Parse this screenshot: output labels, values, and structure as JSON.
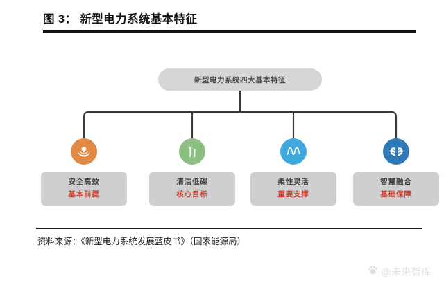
{
  "figure": {
    "title": "图 3： 新型电力系统基本特征"
  },
  "diagram": {
    "type": "hierarchy-tree",
    "root": {
      "label": "新型电力系统四大基本特征",
      "fill_color": "#d5d6d8",
      "text_color": "#4d4d4f"
    },
    "branches": [
      {
        "title": "安全高效",
        "subtitle": "基本前提",
        "icon": "hands-lightbulb-icon",
        "icon_color": "#e08a43",
        "box_color": "#cfcfd1",
        "subtitle_color": "#c8402c"
      },
      {
        "title": "清洁低碳",
        "subtitle": "核心目标",
        "icon": "wind-turbine-icon",
        "icon_color": "#8cbf82",
        "box_color": "#cfcfd1",
        "subtitle_color": "#c8402c"
      },
      {
        "title": "柔性灵活",
        "subtitle": "重要支撑",
        "icon": "waveform-icon",
        "icon_color": "#3fa9dd",
        "box_color": "#cfcfd1",
        "subtitle_color": "#c8402c"
      },
      {
        "title": "智慧融合",
        "subtitle": "基础保障",
        "icon": "brain-icon",
        "icon_color": "#2e7ab8",
        "box_color": "#cfcfd1",
        "subtitle_color": "#c8402c"
      }
    ],
    "connector_color": "#3a3a3a"
  },
  "footer": {
    "source": "资料来源：《新型电力系统发展蓝皮书》（国家能源局）"
  },
  "watermark": {
    "text": "@未来智库",
    "icon": "paw-logo-icon"
  }
}
